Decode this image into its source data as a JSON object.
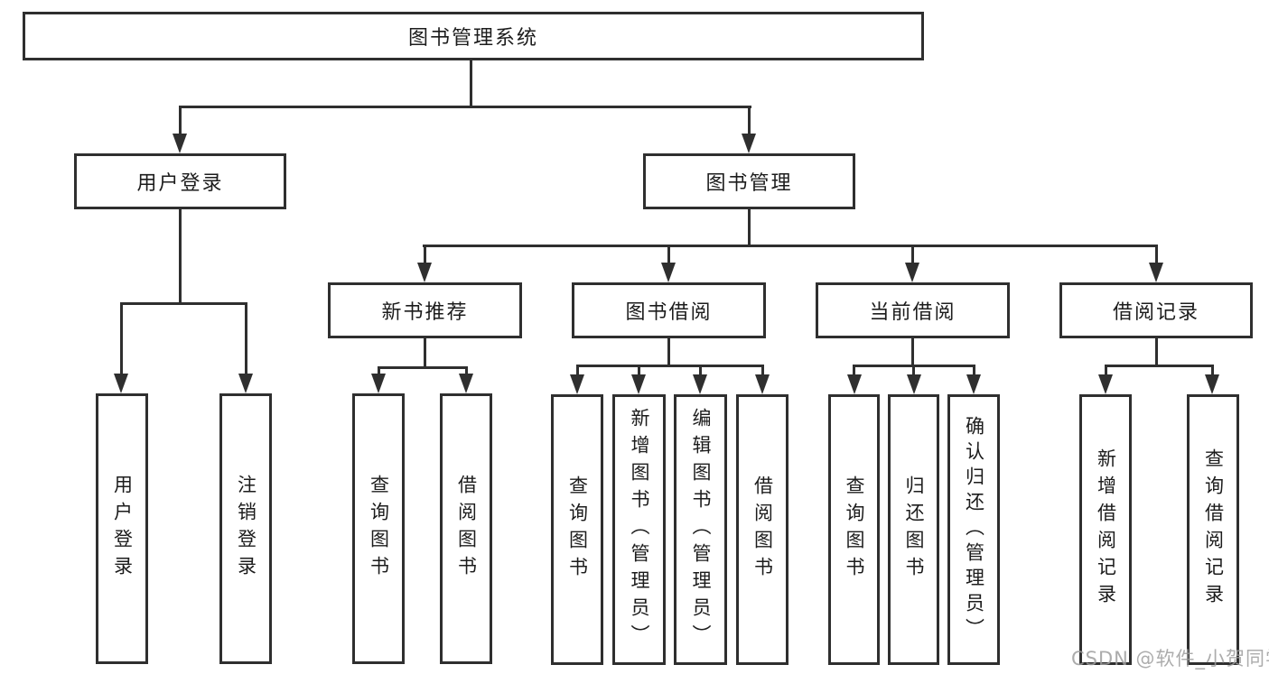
{
  "nodes": {
    "root": {
      "label": "图书管理系统"
    },
    "user_login": {
      "label": "用户登录"
    },
    "book_management": {
      "label": "图书管理"
    },
    "new_book_recommend": {
      "label": "新书推荐"
    },
    "book_borrowing": {
      "label": "图书借阅"
    },
    "current_borrowing": {
      "label": "当前借阅"
    },
    "borrowing_records": {
      "label": "借阅记录"
    },
    "leaf_user_login": {
      "label": "用户登录"
    },
    "leaf_logout": {
      "label": "注销登录"
    },
    "leaf_nb_query_books": {
      "label": "查询图书"
    },
    "leaf_nb_borrow_books": {
      "label": "借阅图书"
    },
    "leaf_bb_query_books": {
      "label": "查询图书"
    },
    "leaf_bb_add_books": {
      "label": "新增图书（管理员）"
    },
    "leaf_bb_edit_books": {
      "label": "编辑图书（管理员）"
    },
    "leaf_bb_borrow_books": {
      "label": "借阅图书"
    },
    "leaf_cb_query_books": {
      "label": "查询图书"
    },
    "leaf_cb_return_books": {
      "label": "归还图书"
    },
    "leaf_cb_confirm_return": {
      "label": "确认归还（管理员）"
    },
    "leaf_br_add_record": {
      "label": "新增借阅记录"
    },
    "leaf_br_query_record": {
      "label": "查询借阅记录"
    }
  },
  "watermark": {
    "text": "CSDN @软件_小贺同学"
  },
  "colors": {
    "line": "#2f2f2f",
    "text": "#1c1c1c",
    "watermark": "#9e9e9e",
    "background": "#ffffff"
  }
}
